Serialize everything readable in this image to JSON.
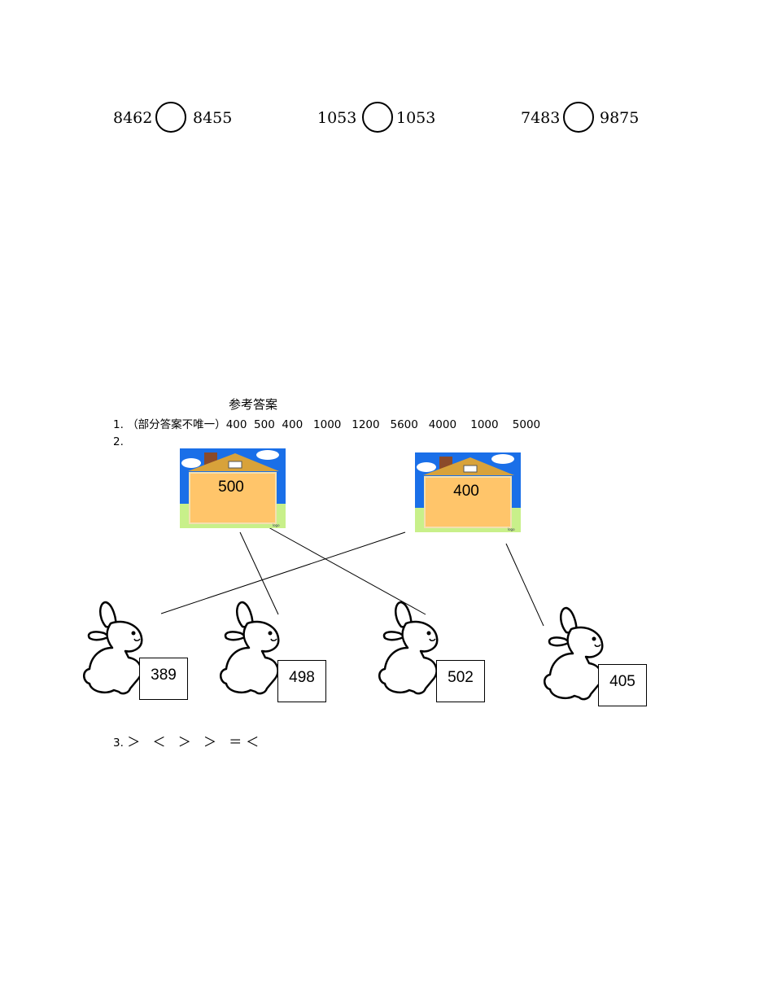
{
  "comparisons": [
    {
      "left": "8462",
      "right": "8455"
    },
    {
      "left": "1053",
      "right": "1053"
    },
    {
      "left": "7483",
      "right": "9875"
    }
  ],
  "answer_title": "参考答案",
  "answer1": {
    "prefix": "1.",
    "note": "（部分答案不唯一）",
    "values": "400  500  400   1000   1200   5600   4000    1000    5000"
  },
  "answer2": {
    "prefix": "2."
  },
  "houses": [
    {
      "value": "500"
    },
    {
      "value": "400"
    }
  ],
  "rabbits": [
    {
      "value": "389"
    },
    {
      "value": "498"
    },
    {
      "value": "502"
    },
    {
      "value": "405"
    }
  ],
  "answer3": {
    "prefix": "3.",
    "symbols": "＞   ＜   ＞   ＞   ＝ ＜"
  }
}
